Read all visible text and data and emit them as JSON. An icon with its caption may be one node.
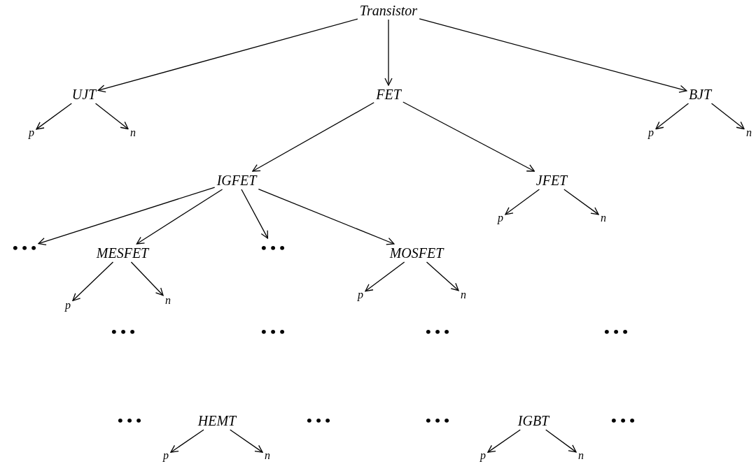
{
  "diagram": {
    "nodes": [
      {
        "text": [
          "Transistor"
        ]
      },
      {
        "text": [
          "UJT"
        ]
      },
      {
        "text": [
          "FET"
        ]
      },
      {
        "text": [
          "BJT"
        ]
      },
      {
        "text": [
          "p"
        ]
      },
      {
        "text": [
          "n"
        ]
      },
      {
        "text": [
          "p"
        ]
      },
      {
        "text": [
          "n"
        ]
      },
      {
        "text": [
          "IGFET"
        ]
      },
      {
        "text": [
          "JFET"
        ]
      },
      {
        "text": [
          "p"
        ]
      },
      {
        "text": [
          "n"
        ]
      },
      {
        "text": [
          "• • •"
        ]
      },
      {
        "text": [
          "MESFET"
        ]
      },
      {
        "text": [
          "• • •"
        ]
      },
      {
        "text": [
          "MOSFET"
        ]
      },
      {
        "text": [
          "p"
        ]
      },
      {
        "text": [
          "n"
        ]
      },
      {
        "text": [
          "p"
        ]
      },
      {
        "text": [
          "n"
        ]
      },
      {
        "text": [
          "HEMT"
        ]
      },
      {
        "text": [
          "IGBT"
        ]
      },
      {
        "text": [
          "p"
        ]
      },
      {
        "text": [
          "n"
        ]
      },
      {
        "text": [
          "p"
        ]
      },
      {
        "text": [
          "n"
        ]
      }
    ],
    "edges": [
      {
        "from": 0,
        "to": 1,
        "arrow": "to"
      },
      {
        "from": 0,
        "to": 2,
        "arrow": "to"
      },
      {
        "from": 0,
        "to": 3,
        "arrow": "to"
      },
      {
        "from": 1,
        "to": 4,
        "arrow": "to"
      },
      {
        "from": 1,
        "to": 5,
        "arrow": "to"
      },
      {
        "from": 3,
        "to": 6,
        "arrow": "to"
      },
      {
        "from": 3,
        "to": 7,
        "arrow": "to"
      },
      {
        "from": 2,
        "to": 8,
        "arrow": "to"
      },
      {
        "from": 2,
        "to": 9,
        "arrow": "to"
      },
      {
        "from": 9,
        "to": 10,
        "arrow": "to"
      },
      {
        "from": 9,
        "to": 11,
        "arrow": "to"
      },
      {
        "from": 8,
        "to": 12,
        "arrow": "to"
      },
      {
        "from": 8,
        "to": 13,
        "arrow": "to"
      },
      {
        "from": 8,
        "to": 14,
        "arrow": "to"
      },
      {
        "from": 8,
        "to": 15,
        "arrow": "to"
      },
      {
        "from": 13,
        "to": 16,
        "arrow": "to"
      },
      {
        "from": 13,
        "to": 17,
        "arrow": "to"
      },
      {
        "from": 15,
        "to": 18,
        "arrow": "to"
      },
      {
        "from": 15,
        "to": 19,
        "arrow": "to"
      },
      {
        "from": 20,
        "to": 22,
        "arrow": "to"
      },
      {
        "from": 20,
        "to": 23,
        "arrow": "to"
      },
      {
        "from": 21,
        "to": 24,
        "arrow": "to"
      },
      {
        "from": 21,
        "to": 25,
        "arrow": "to"
      }
    ],
    "labels": [
      "• • •",
      "• • •",
      "• • •",
      "• • •",
      "• • •",
      "• • •",
      "• • •",
      "• • •"
    ]
  }
}
